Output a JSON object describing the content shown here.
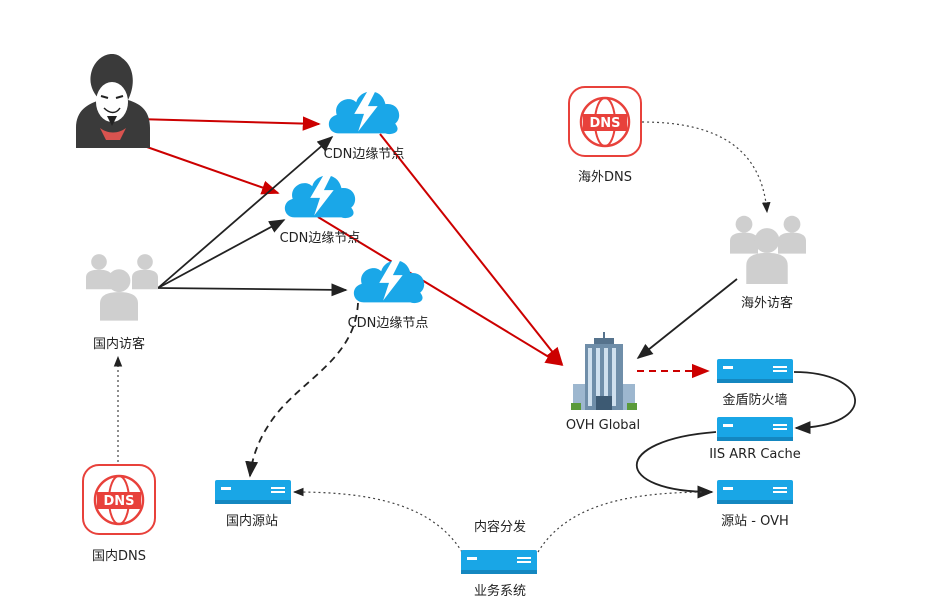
{
  "labels": {
    "cdn_top": "CDN边缘节点",
    "cdn_mid": "CDN边缘节点",
    "cdn_low": "CDN边缘节点",
    "domestic_visitors": "国内访客",
    "domestic_dns": "国内DNS",
    "domestic_dns_logo": "DNS",
    "overseas_dns": "海外DNS",
    "overseas_dns_logo": "DNS",
    "overseas_visitors": "海外访客",
    "ovh_global": "OVH Global",
    "firewall": "金盾防火墙",
    "iis_cache": "IIS ARR Cache",
    "origin_ovh": "源站 - OVH",
    "domestic_origin": "国内源站",
    "business_system": "业务系统",
    "content_distribution": "内容分发"
  },
  "colors": {
    "attack_arrow": "#cc0000",
    "normal_arrow": "#222222",
    "cloud": "#1aa7e8",
    "server": "#19a6e6",
    "dns_border": "#e8413b",
    "people": "#c8c8c8"
  }
}
